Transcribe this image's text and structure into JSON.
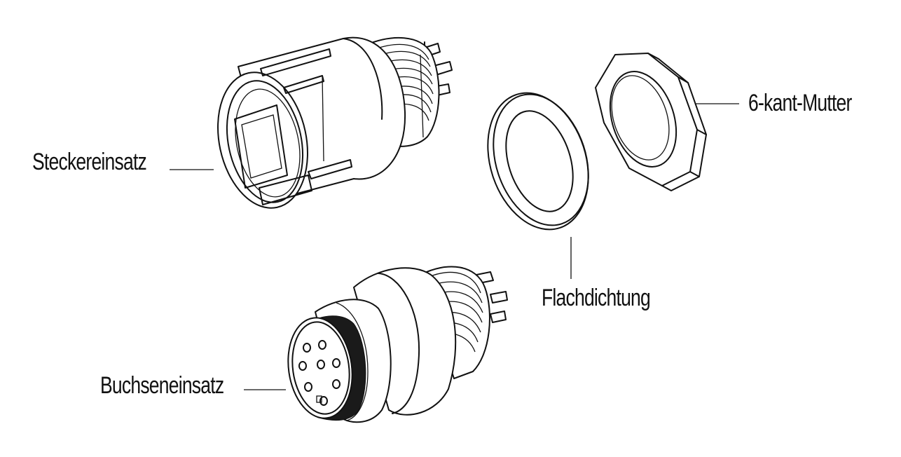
{
  "labels": {
    "steckereinsatz": "Steckereinsatz",
    "mutter": "6-kant-Mutter",
    "flachdichtung": "Flachdichtung",
    "buchseneinsatz": "Buchseneinsatz"
  },
  "colors": {
    "line": "#111111",
    "background": "#ffffff"
  }
}
